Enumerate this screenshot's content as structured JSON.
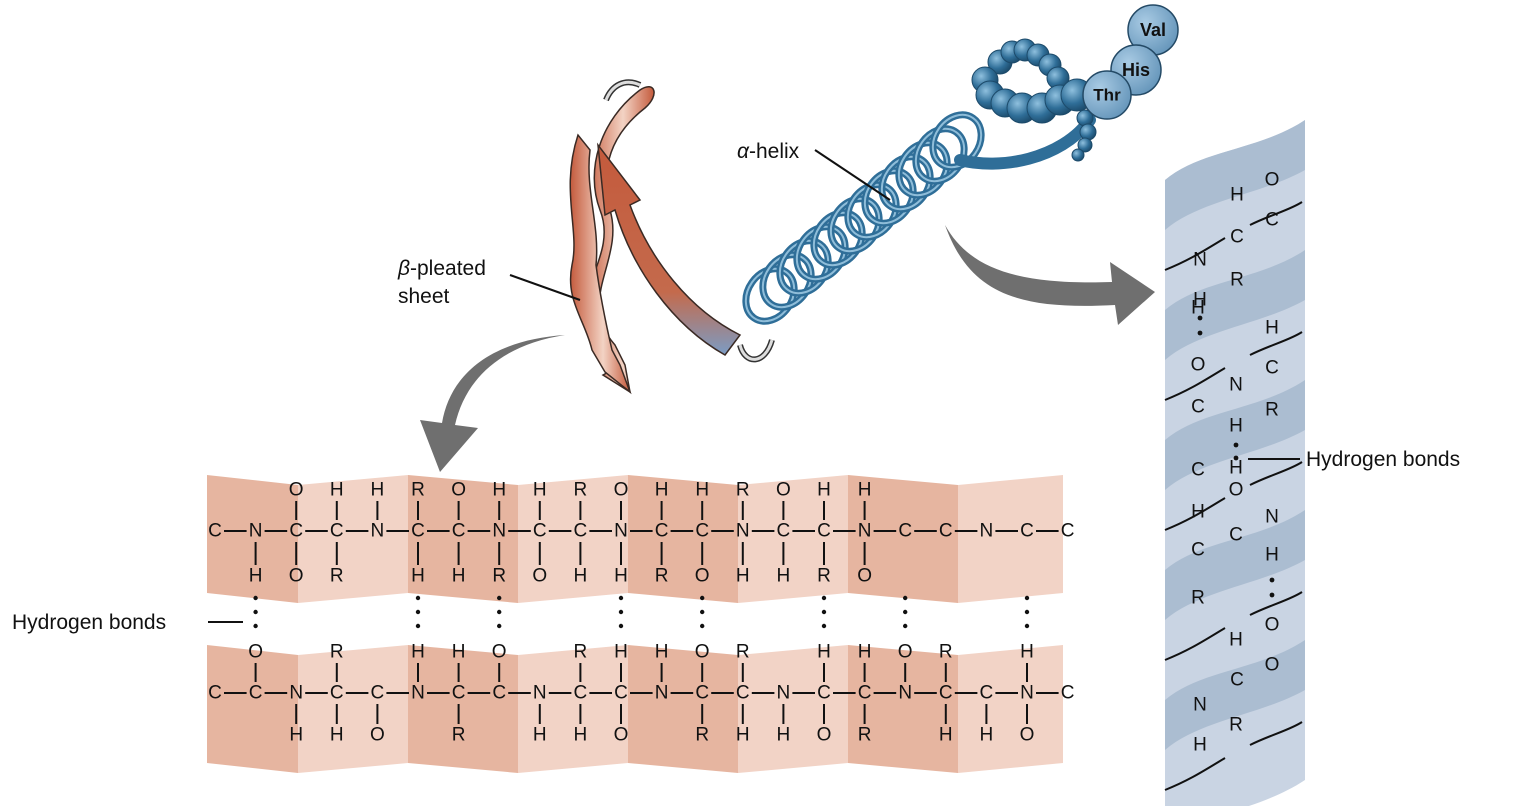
{
  "labels": {
    "alpha_symbol": "α",
    "alpha_text": "-helix",
    "beta_symbol": "β",
    "beta_text_line1": "-pleated",
    "beta_text_line2": "sheet",
    "hbond_left": "Hydrogen bonds",
    "hbond_right": "Hydrogen bonds"
  },
  "residues": [
    "Val",
    "His",
    "Thr"
  ],
  "sheet": {
    "top_backbone": [
      "C",
      "N",
      "C",
      "C",
      "N",
      "C",
      "C",
      "N",
      "C",
      "C",
      "N",
      "C",
      "C",
      "N",
      "C",
      "C",
      "N",
      "C",
      "C",
      "N",
      "C",
      "C"
    ],
    "top_up": [
      "",
      "",
      "O",
      "H",
      "H",
      "R",
      "O",
      "H",
      "H",
      "R",
      "O",
      "H",
      "H",
      "R",
      "O",
      "H",
      "H",
      "",
      "",
      "",
      "",
      ""
    ],
    "top_down": [
      "",
      "H",
      "O",
      "R",
      "",
      "H",
      "H",
      "R",
      "O",
      "H",
      "H",
      "R",
      "O",
      "H",
      "H",
      "R",
      "O",
      "",
      "",
      "",
      "",
      ""
    ],
    "bottom_backbone": [
      "C",
      "C",
      "N",
      "C",
      "C",
      "N",
      "C",
      "C",
      "N",
      "C",
      "C",
      "N",
      "C",
      "C",
      "N",
      "C",
      "C",
      "N",
      "C",
      "C",
      "N",
      "C"
    ],
    "bottom_up": [
      "",
      "O",
      "",
      "R",
      "",
      "H",
      "H",
      "O",
      "",
      "R",
      "H",
      "H",
      "O",
      "R",
      "",
      "H",
      "H",
      "O",
      "R",
      "",
      "H",
      ""
    ],
    "bottom_down": [
      "",
      "",
      "H",
      "H",
      "O",
      "",
      "R",
      "",
      "H",
      "H",
      "O",
      "",
      "R",
      "H",
      "H",
      "O",
      "R",
      "",
      "H",
      "H",
      "O",
      ""
    ]
  },
  "helix_atoms": [
    "H",
    "O",
    "C",
    "C",
    "N",
    "H",
    "R",
    "H",
    "H",
    "O",
    "C",
    "N",
    "R",
    "C",
    "H",
    "O",
    "H",
    "H",
    "N",
    "C",
    "O",
    "C",
    "R",
    "H",
    "O",
    "H",
    "C",
    "N",
    "C",
    "R",
    "H"
  ],
  "colors": {
    "sheet_dark": "#e6b5a0",
    "sheet_light": "#f2d3c6",
    "helix_ribbon": "#c9d4e3",
    "helix_ribbon_dark": "#a4b6cc",
    "helix_blue": "#2f6e98",
    "strand_red": "#c45a3c",
    "arrow_gray": "#6f6f6f"
  },
  "icons": [
    "curved-arrow-icon",
    "curved-arrow-icon"
  ]
}
